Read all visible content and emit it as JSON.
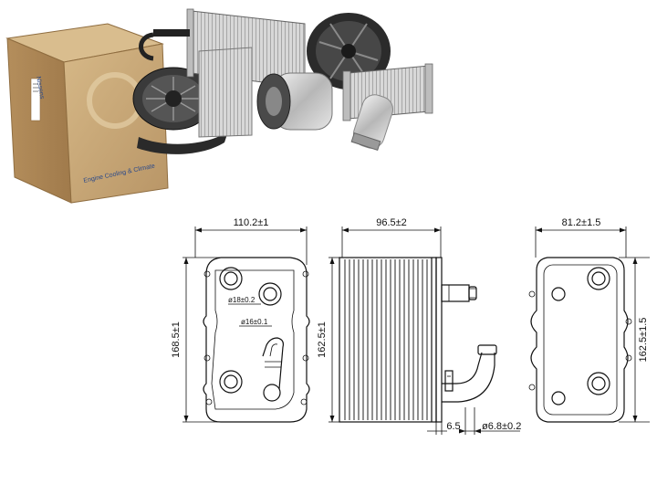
{
  "product_photo": {
    "box_brand": "Nissens",
    "box_slogan": "Engine Cooling & Climate"
  },
  "drawing": {
    "front_view": {
      "width_label": "110.2±1",
      "height_label": "168.5±1",
      "bore_1_label": "ø18±0.2",
      "bore_2_label": "ø16±0.1"
    },
    "side_view": {
      "width_label": "96.5±2",
      "height_label": "162.5±1",
      "offset_label": "6.5",
      "pipe_label": "ø6.8±0.2"
    },
    "back_view": {
      "width_label": "81.2±1.5",
      "height_label": "162.5±1.5"
    }
  },
  "colors": {
    "box_cardboard": "#c9a978",
    "line": "#111111",
    "brand_blue": "#2b4a8a"
  }
}
